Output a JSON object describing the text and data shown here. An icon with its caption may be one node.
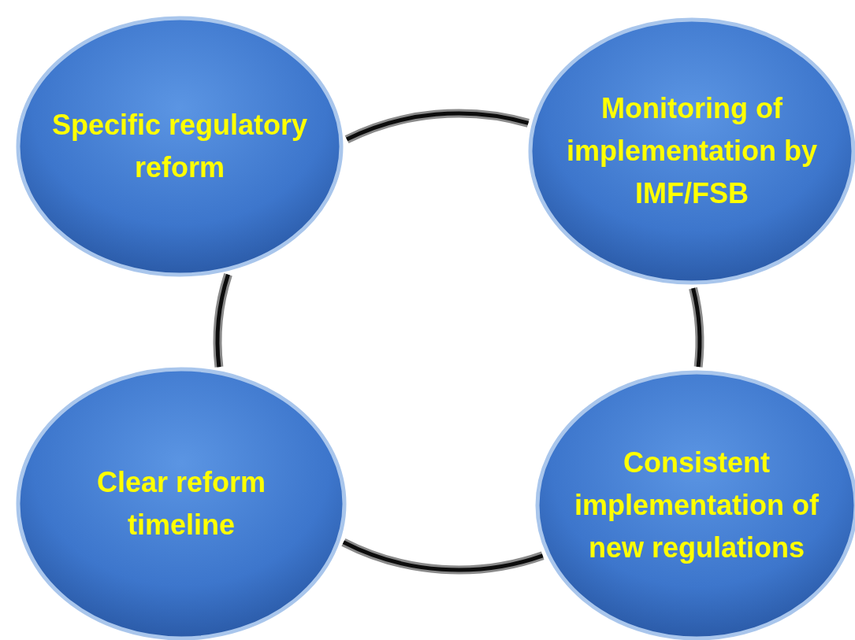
{
  "diagram": {
    "nodes": [
      {
        "text": [
          "Specific regulatory reform"
        ]
      },
      {
        "text": [
          "Monitoring of implementation by IMF/FSB"
        ]
      },
      {
        "text": [
          "Clear reform timeline"
        ]
      },
      {
        "text": [
          "Consistent implementation of new regulations"
        ]
      }
    ],
    "edges": [
      {
        "from": 0,
        "to": 1,
        "arrow": "none"
      },
      {
        "from": 1,
        "to": 3,
        "arrow": "none"
      },
      {
        "from": 3,
        "to": 2,
        "arrow": "none"
      },
      {
        "from": 2,
        "to": 0,
        "arrow": "none"
      }
    ]
  }
}
